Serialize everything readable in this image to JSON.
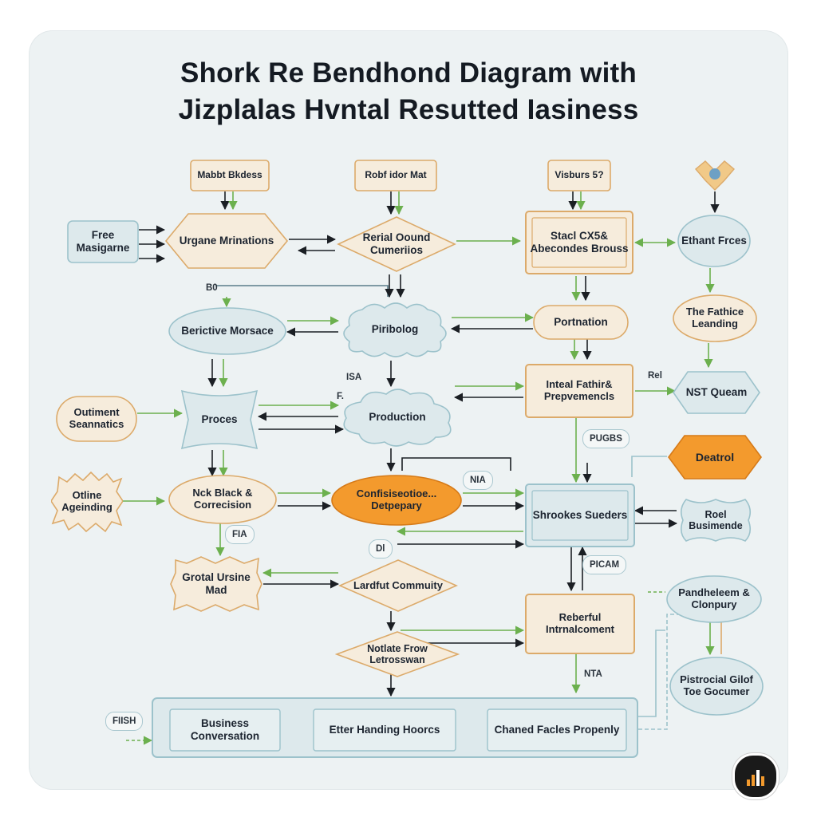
{
  "title": {
    "line1": "Shork Re Bendhond Diagram with",
    "line2": "Jizplalas Hvntal Resutted Iasiness"
  },
  "colors": {
    "card_bg": "#edf2f3",
    "node_fill": "#dde9ec",
    "node_stroke": "#9cc2cb",
    "cream_fill": "#f6ecdc",
    "cream_stroke": "#dcaa6a",
    "orange_fill": "#f39a2d",
    "orange_stroke": "#d67a18",
    "arrow_dark": "#1b1f24",
    "arrow_green": "#6cb04e"
  },
  "nodes": {
    "mabbt": "Mabbt Bkdess",
    "robfidor": "Robf idor Mat",
    "visburs": "Visburs 5?",
    "free": "Free Masigarne",
    "urgane": "Urgane Mrinations",
    "serial": "Rerial Oound Cumeriios",
    "stachl": "Stacl CX5& Abecondes Brouss",
    "ethant": "Ethant Frces",
    "berictive": "Berictive Morsace",
    "piribolog": "Piribolog",
    "portnation": "Portnation",
    "fathice": "The Fathice Leanding",
    "outiment": "Outiment Seannatics",
    "proces": "Proces",
    "production": "Production",
    "inteal": "Inteal Fathir& Prepvemencls",
    "nst": "NST Queam",
    "deatrol": "Deatrol",
    "otline": "Otline Ageinding",
    "nck": "Nck Black & Correcision",
    "confis": "Confisiseotioe... Detpepary",
    "shrookes": "Shrookes Sueders",
    "roel": "Roel Busimende",
    "grotal": "Grotal Ursine Mad",
    "lardfut": "Lardfut Commuity",
    "pandhe": "Pandheleem & Clonpury",
    "reberful": "Reberful Intrnalcoment",
    "notlate": "Notlate Frow Letrosswan",
    "pistrocial": "Pistrocial Gilof Toe Gocumer",
    "business": "Business Conversation",
    "etter": "Etter Handing Hoorcs",
    "chaned": "Chaned Facles Propenly"
  },
  "tags": {
    "b0": "B0",
    "isa": "ISA",
    "f": "F.",
    "rel": "Rel",
    "pugbs": "PUGBS",
    "na": "NIA",
    "fia": "FIA",
    "dl": "Dl",
    "picam": "PICAM",
    "nta": "NTA",
    "fnsh": "FIISH"
  }
}
